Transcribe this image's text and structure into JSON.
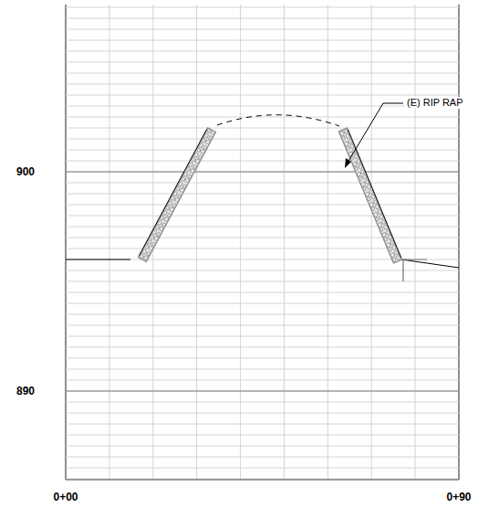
{
  "diagram": {
    "labels": [
      "900",
      "890",
      "0+00",
      "0+90",
      "(E) RIP RAP"
    ]
  }
}
